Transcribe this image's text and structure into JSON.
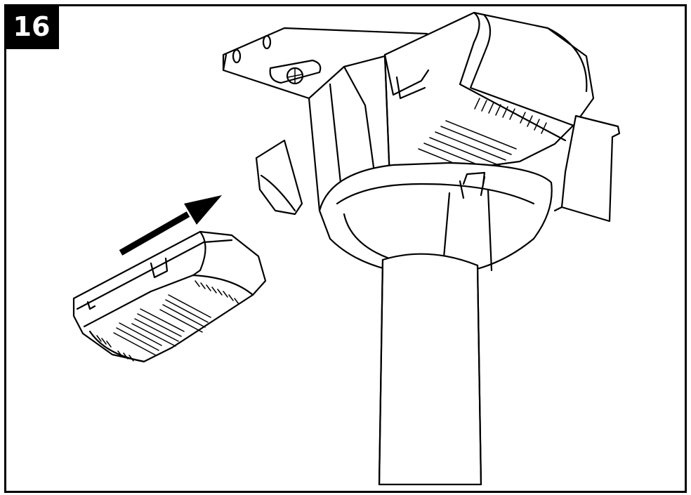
{
  "step": {
    "number": "16"
  },
  "illustration": {
    "parts": [
      "mounting-bracket",
      "canopy",
      "downrod",
      "receiver-cover"
    ],
    "arrow_direction": "up-right",
    "colors": {
      "line": "#000000",
      "background": "#ffffff",
      "badge_bg": "#000000",
      "badge_text": "#ffffff"
    }
  }
}
